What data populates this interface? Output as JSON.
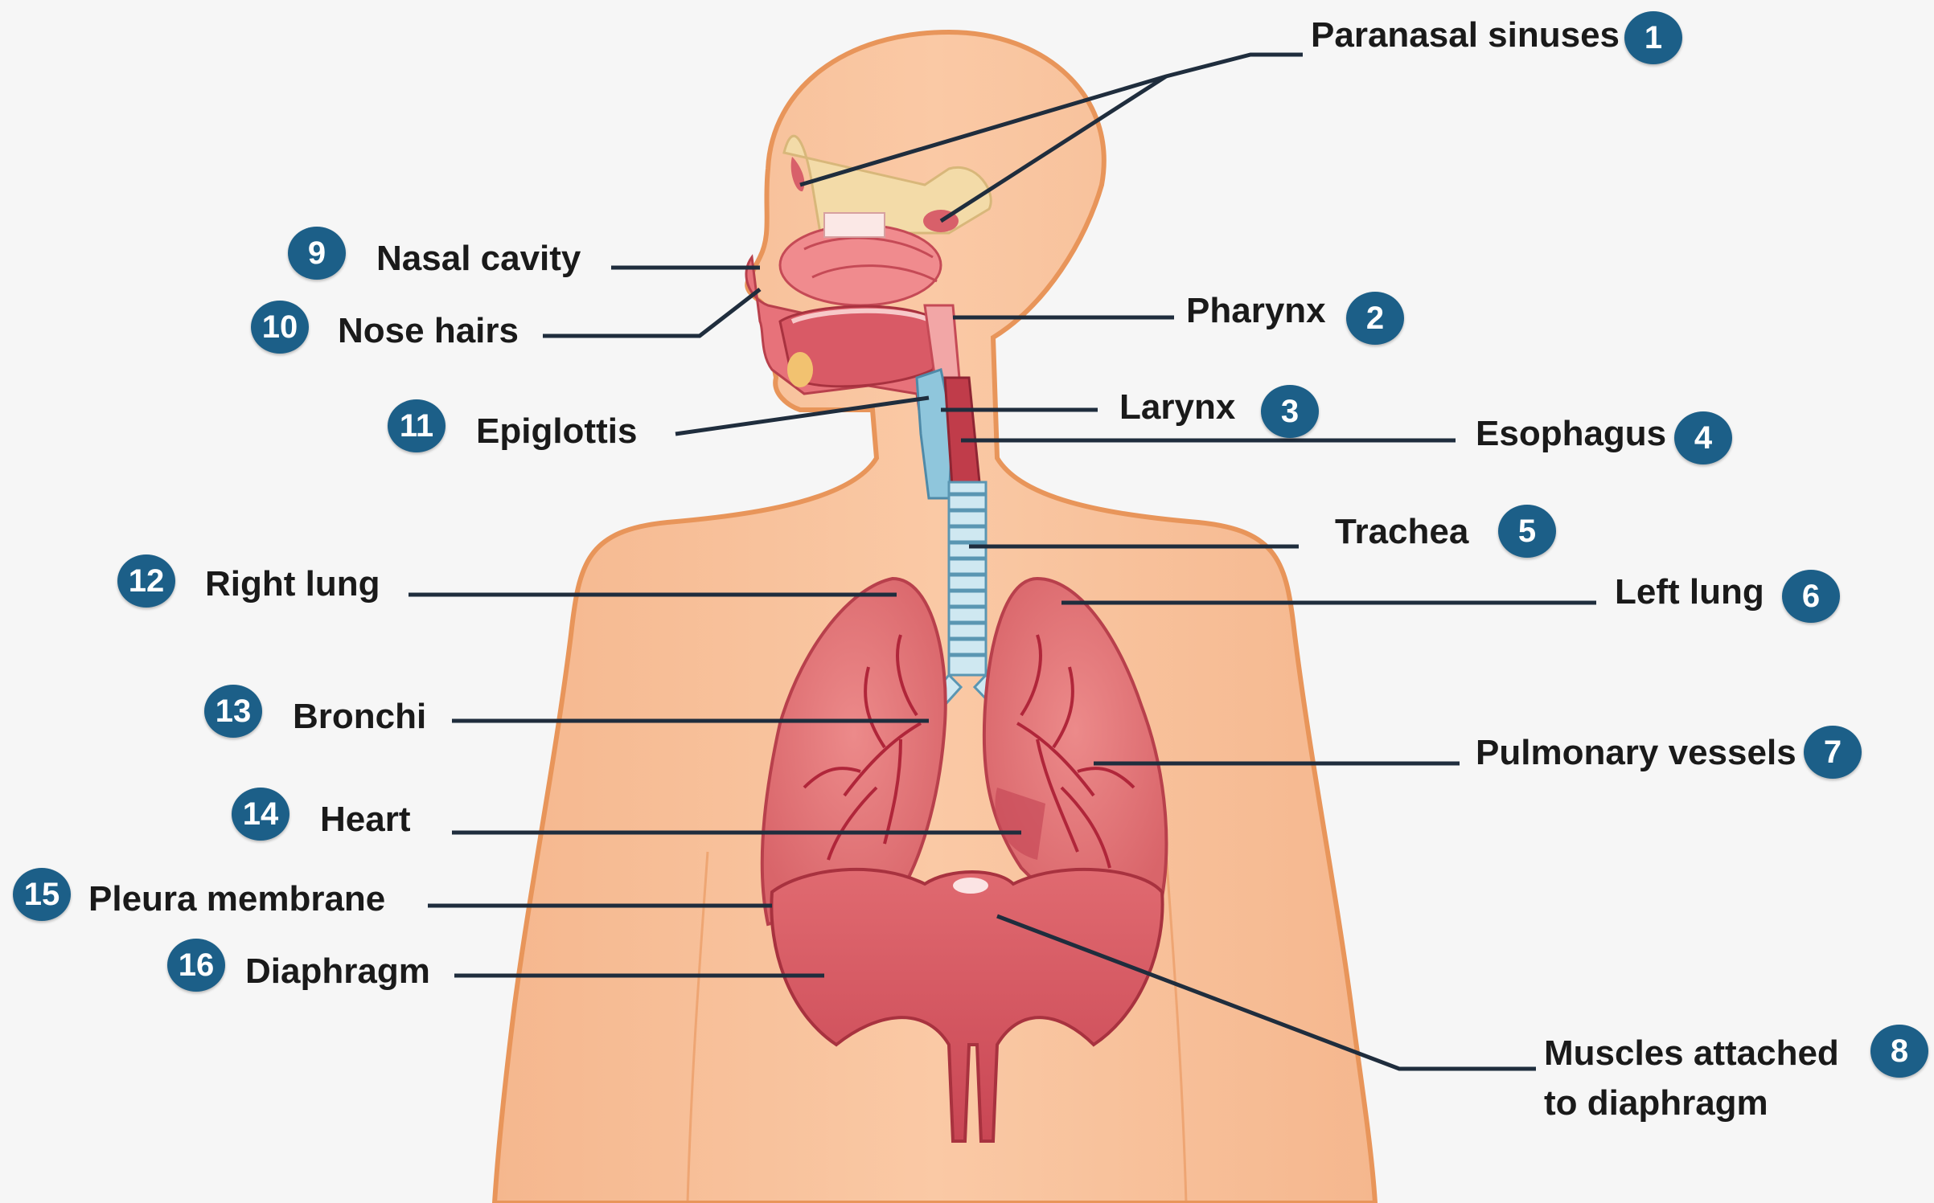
{
  "diagram": {
    "labels": [
      {
        "number": "1",
        "text": "Paranasal sinuses"
      },
      {
        "number": "2",
        "text": "Pharynx"
      },
      {
        "number": "3",
        "text": "Larynx"
      },
      {
        "number": "4",
        "text": "Esophagus"
      },
      {
        "number": "5",
        "text": "Trachea"
      },
      {
        "number": "6",
        "text": "Left lung"
      },
      {
        "number": "7",
        "text": "Pulmonary vessels"
      },
      {
        "number": "8",
        "text": "Muscles attached\nto diaphragm"
      },
      {
        "number": "9",
        "text": "Nasal cavity"
      },
      {
        "number": "10",
        "text": "Nose hairs"
      },
      {
        "number": "11",
        "text": "Epiglottis"
      },
      {
        "number": "12",
        "text": "Right lung"
      },
      {
        "number": "13",
        "text": "Bronchi"
      },
      {
        "number": "14",
        "text": "Heart"
      },
      {
        "number": "15",
        "text": "Pleura membrane"
      },
      {
        "number": "16",
        "text": "Diaphragm"
      }
    ]
  },
  "colors": {
    "background": "#f6f6f6",
    "skin": "#f8c4a0",
    "skin_outline": "#e8955a",
    "lung": "#e27878",
    "lung_dark": "#c0394a",
    "trachea": "#a8d4e4",
    "leader_line": "#1f2d3d",
    "badge": "#1c5f88"
  }
}
